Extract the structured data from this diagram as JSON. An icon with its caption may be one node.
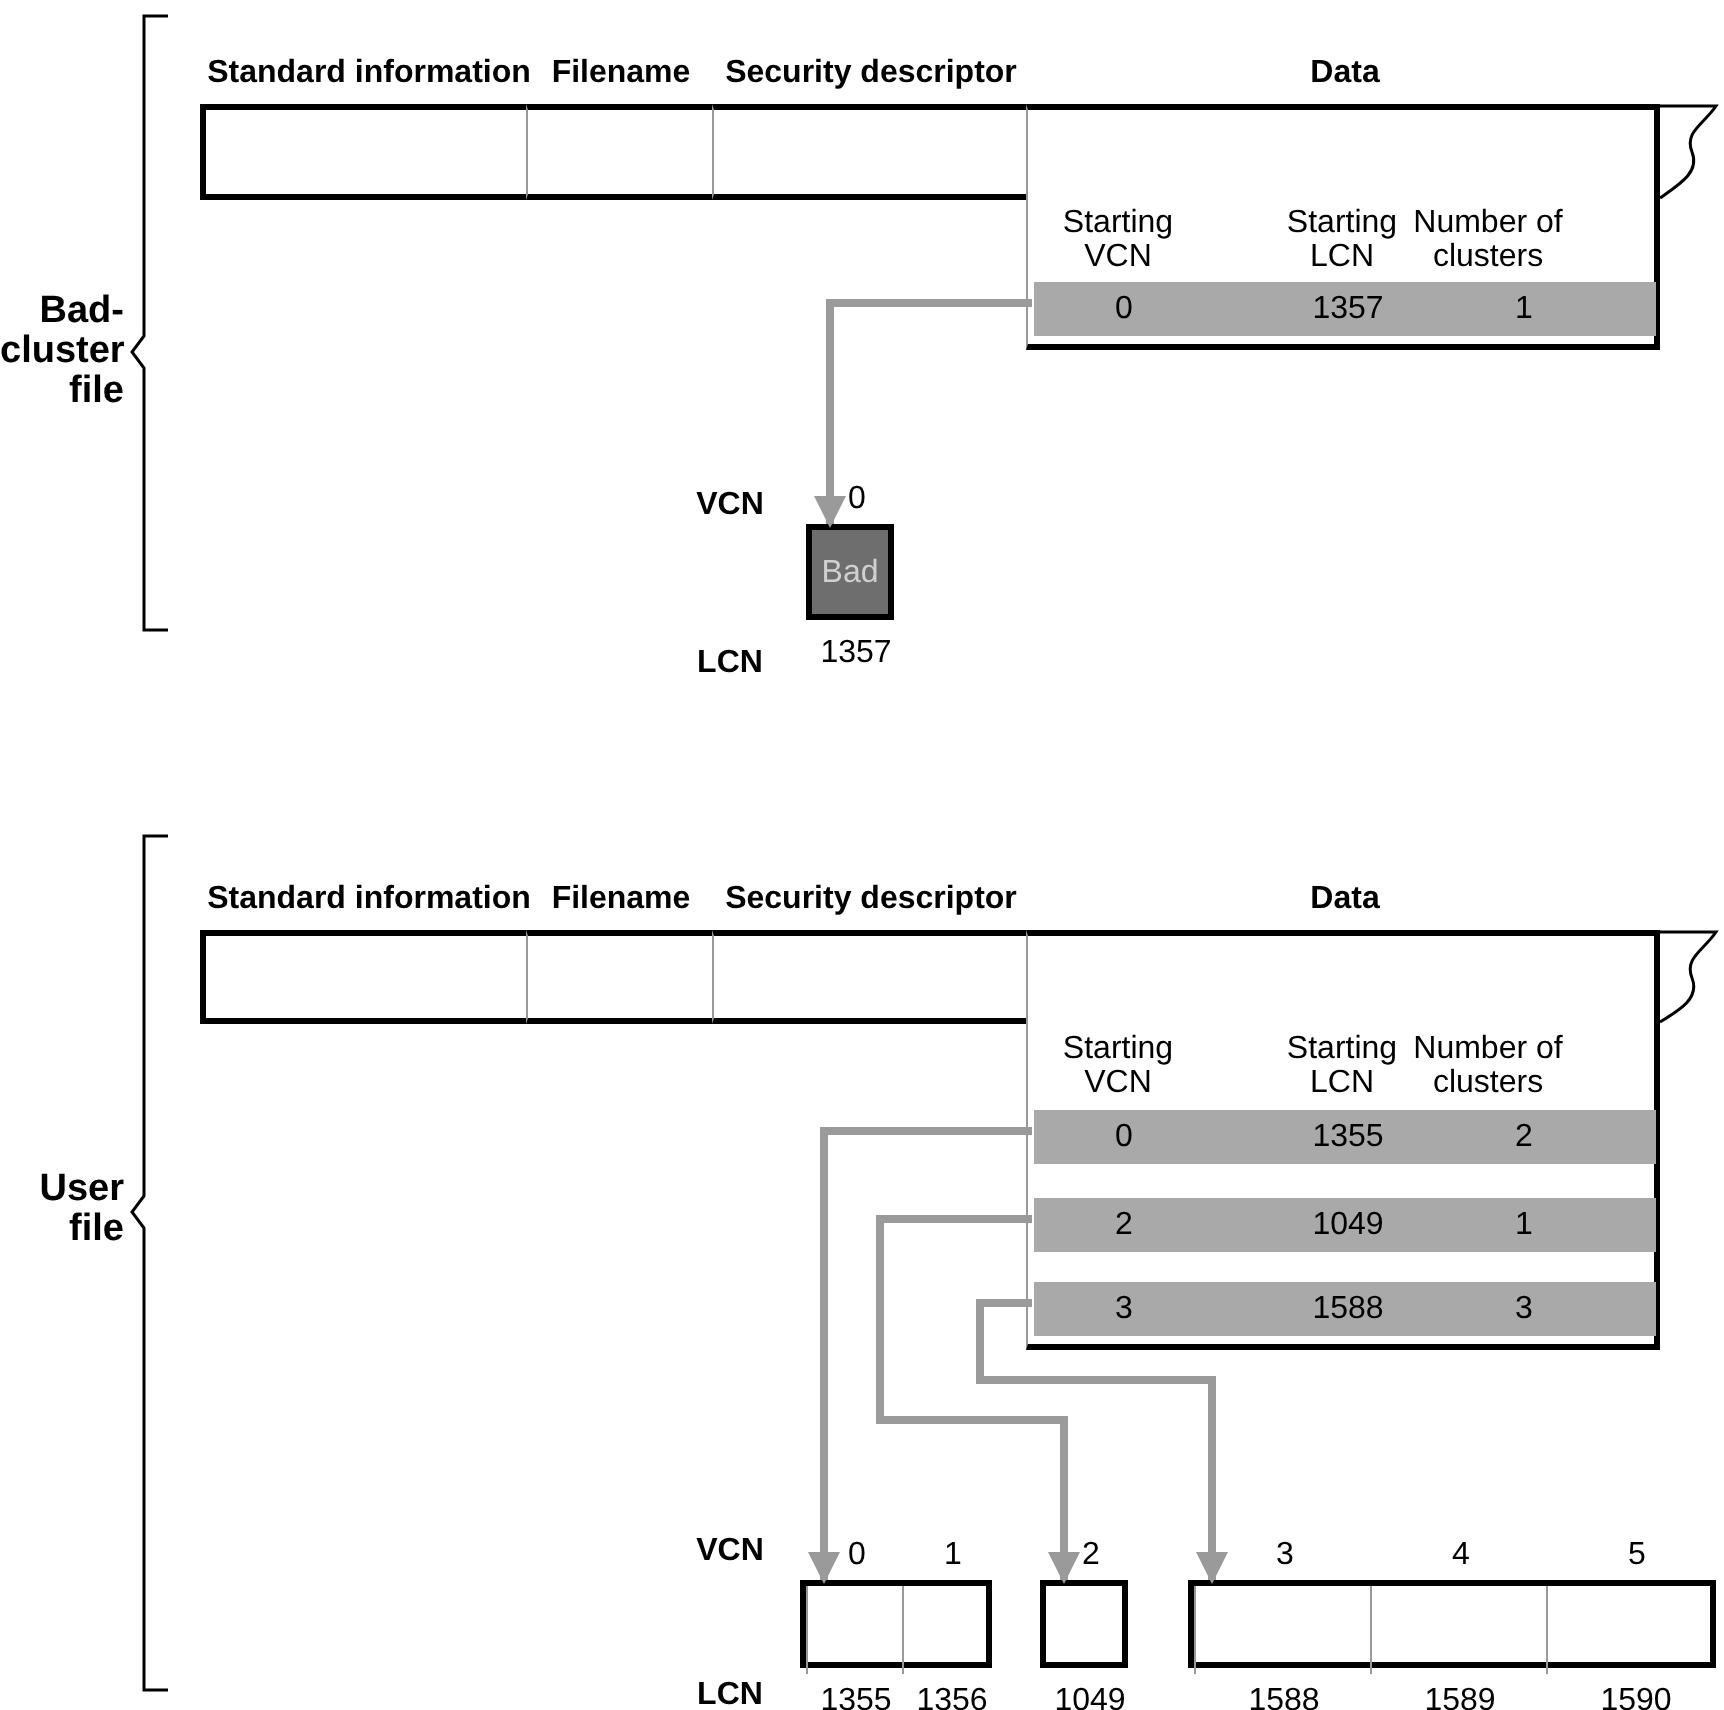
{
  "diagram": {
    "nodes": [
      {
        "text": [
          "Standard information"
        ]
      },
      {
        "text": [
          "Filename"
        ]
      },
      {
        "text": [
          "Security descriptor"
        ]
      },
      {
        "text": [
          "Data",
          "Starting VCN",
          "Starting LCN",
          "Number of clusters"
        ]
      },
      {
        "text": [
          "0",
          "1357",
          "1"
        ],
        "in": 3
      },
      {
        "text": [
          "Bad"
        ],
        "beside": [
          "0",
          "1357"
        ]
      },
      {
        "text": [
          "Standard information"
        ]
      },
      {
        "text": [
          "Filename"
        ]
      },
      {
        "text": [
          "Security descriptor"
        ]
      },
      {
        "text": [
          "Data",
          "Starting VCN",
          "Starting LCN",
          "Number of clusters"
        ]
      },
      {
        "text": [
          "0",
          "1355",
          "2"
        ],
        "in": 9
      },
      {
        "text": [
          "2",
          "1049",
          "1"
        ],
        "in": 9
      },
      {
        "text": [
          "3",
          "1588",
          "3"
        ],
        "in": 9
      },
      {
        "text": [],
        "shape": "box"
      },
      {
        "text": [],
        "shape": "box",
        "in": 13,
        "beside": [
          "0",
          "1355"
        ]
      },
      {
        "text": [],
        "shape": "box",
        "in": 13,
        "beside": [
          "1",
          "1356"
        ]
      },
      {
        "text": [],
        "shape": "box",
        "beside": [
          "2",
          "1049"
        ]
      },
      {
        "text": [],
        "shape": "box"
      },
      {
        "text": [],
        "shape": "box",
        "in": 17,
        "beside": [
          "3",
          "1588"
        ]
      },
      {
        "text": [],
        "shape": "box",
        "in": 17,
        "beside": [
          "4",
          "1589"
        ]
      },
      {
        "text": [],
        "shape": "box",
        "in": 17,
        "beside": [
          "5",
          "1590"
        ]
      }
    ],
    "edges": [
      {
        "from": 4,
        "to": 5,
        "arrow": "to"
      },
      {
        "from": 10,
        "to": 14,
        "arrow": "to"
      },
      {
        "from": 11,
        "to": 16,
        "arrow": "to"
      },
      {
        "from": 12,
        "to": 18,
        "arrow": "to"
      }
    ],
    "labels": [
      "Bad-cluster file",
      "VCN",
      "LCN",
      "User file",
      "VCN",
      "LCN"
    ]
  }
}
